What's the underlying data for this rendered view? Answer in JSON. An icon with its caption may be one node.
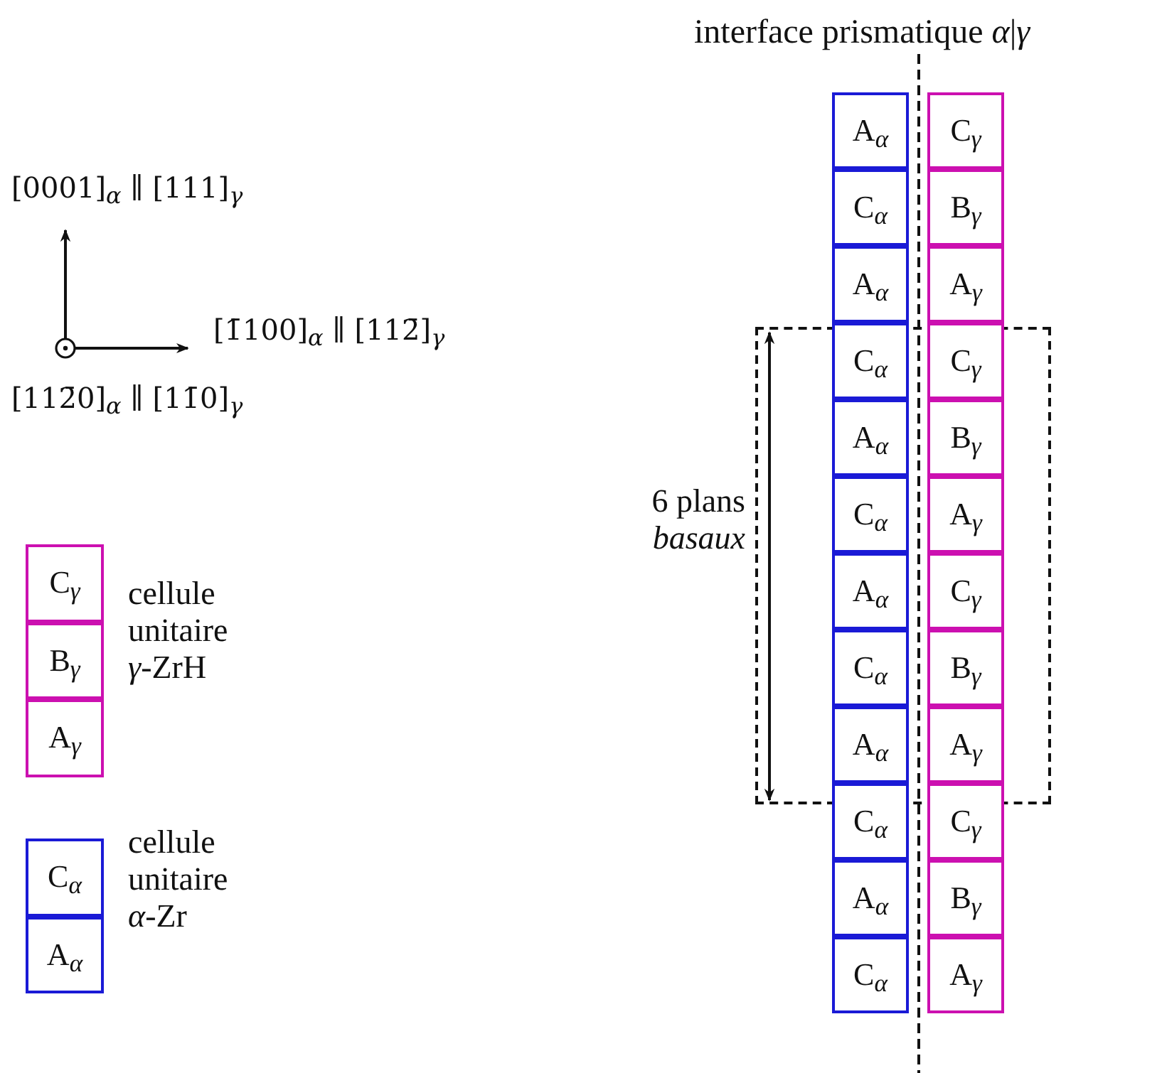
{
  "diagram": {
    "title": "interface prismatique *α*|*γ*",
    "nodes": [
      {
        "text": [
          "A$_{α}$"
        ]
      },
      {
        "text": [
          "C$_{γ}$"
        ]
      },
      {
        "text": [
          "C$_{α}$"
        ]
      },
      {
        "text": [
          "B$_{γ}$"
        ]
      },
      {
        "text": [
          "A$_{α}$"
        ]
      },
      {
        "text": [
          "A$_{γ}$"
        ]
      },
      {
        "text": [],
        "shape": "box"
      },
      {
        "text": [
          "C$_{α}$"
        ],
        "in": 6
      },
      {
        "text": [
          "C$_{γ}$"
        ],
        "in": 6
      },
      {
        "text": [
          "A$_{α}$"
        ],
        "in": 6
      },
      {
        "text": [
          "B$_{γ}$"
        ],
        "in": 6
      },
      {
        "text": [
          "C$_{α}$"
        ],
        "in": 6
      },
      {
        "text": [
          "A$_{γ}$"
        ],
        "in": 6
      },
      {
        "text": [
          "A$_{α}$"
        ],
        "in": 6
      },
      {
        "text": [
          "C$_{γ}$"
        ],
        "in": 6
      },
      {
        "text": [
          "C$_{α}$"
        ],
        "in": 6
      },
      {
        "text": [
          "B$_{γ}$"
        ],
        "in": 6
      },
      {
        "text": [
          "A$_{α}$"
        ],
        "in": 6
      },
      {
        "text": [
          "A$_{γ}$"
        ],
        "in": 6
      },
      {
        "text": [
          "C$_{α}$"
        ]
      },
      {
        "text": [
          "C$_{γ}$"
        ]
      },
      {
        "text": [
          "A$_{α}$"
        ]
      },
      {
        "text": [
          "B$_{γ}$"
        ]
      },
      {
        "text": [
          "C$_{α}$"
        ]
      },
      {
        "text": [
          "A$_{γ}$"
        ]
      },
      {
        "text": [
          "C$_{γ}$"
        ]
      },
      {
        "text": [
          "B$_{γ}$"
        ]
      },
      {
        "text": [
          "A$_{γ}$"
        ]
      },
      {
        "text": [
          "C$_{α}$"
        ]
      },
      {
        "text": [
          "A$_{α}$"
        ]
      }
    ],
    "labels": [
      "[0001]$_{α}$ ∥ [111]$_{γ}$",
      "[1̄100]$_{α}$ ∥ [112̄]$_{γ}$",
      "[112̄0]$_{α}$ ∥ [11̄0]$_{γ}$",
      "6 plans *basaux*",
      "cellule unitaire *γ*-ZrH",
      "cellule unitaire *α*-Zr"
    ]
  }
}
